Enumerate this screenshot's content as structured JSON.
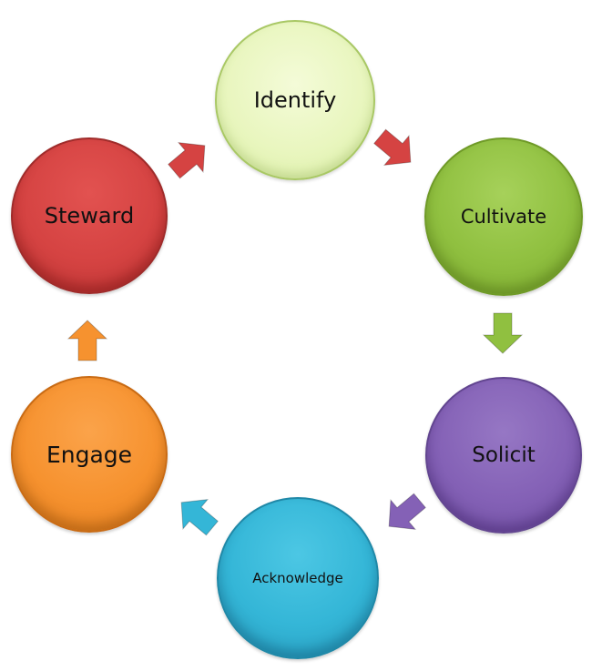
{
  "diagram": {
    "type": "cycle",
    "nodes": [
      {
        "id": "identify",
        "label": "Identify",
        "color": "#e9f6bf"
      },
      {
        "id": "cultivate",
        "label": "Cultivate",
        "color": "#90c040"
      },
      {
        "id": "solicit",
        "label": "Solicit",
        "color": "#8461b6"
      },
      {
        "id": "acknowledge",
        "label": "Acknowledge",
        "color": "#34b6d7"
      },
      {
        "id": "engage",
        "label": "Engage",
        "color": "#f6922f"
      },
      {
        "id": "steward",
        "label": "Steward",
        "color": "#d54342"
      }
    ],
    "edges": [
      {
        "from": "identify",
        "to": "cultivate",
        "color": "#d54342"
      },
      {
        "from": "cultivate",
        "to": "solicit",
        "color": "#90c040"
      },
      {
        "from": "solicit",
        "to": "acknowledge",
        "color": "#8461b6"
      },
      {
        "from": "acknowledge",
        "to": "engage",
        "color": "#34b6d7"
      },
      {
        "from": "engage",
        "to": "steward",
        "color": "#f6922f"
      },
      {
        "from": "steward",
        "to": "identify",
        "color": "#d54342"
      }
    ]
  }
}
